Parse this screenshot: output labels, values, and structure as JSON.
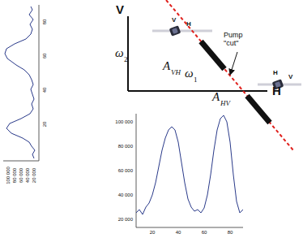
{
  "diagram": {
    "labels": [
      "V",
      "ω",
      "2",
      "ω",
      "1",
      "H",
      "A",
      "VH",
      "A",
      "HV",
      "Pump \"cut\"",
      "V",
      "H",
      "H",
      "V",
      "100 000",
      "80 000",
      "60 000",
      "40 000",
      "20 000",
      "80",
      "60",
      "40",
      "20",
      "100 000",
      "80 000",
      "60 000",
      "40 000",
      "20 000",
      "20",
      "40",
      "60",
      "80"
    ]
  }
}
